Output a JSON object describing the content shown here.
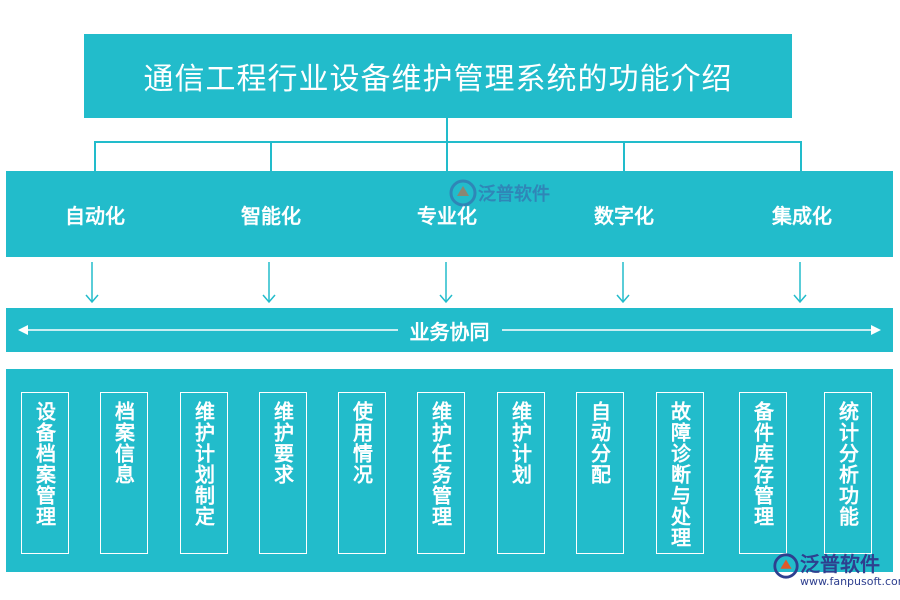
{
  "title": "通信工程行业设备维护管理系统的功能介绍",
  "categories": [
    {
      "label": "自动化"
    },
    {
      "label": "智能化"
    },
    {
      "label": "专业化"
    },
    {
      "label": "数字化"
    },
    {
      "label": "集成化"
    }
  ],
  "business_bar": {
    "label": "业务协同"
  },
  "functions": [
    {
      "label": "设备档案管理"
    },
    {
      "label": "档案信息"
    },
    {
      "label": "维护计划制定"
    },
    {
      "label": "维护要求"
    },
    {
      "label": "使用情况"
    },
    {
      "label": "维护任务管理"
    },
    {
      "label": "维护计划"
    },
    {
      "label": "自动分配"
    },
    {
      "label": "故障诊断与处理"
    },
    {
      "label": "备件库存管理"
    },
    {
      "label": "统计分析功能"
    }
  ],
  "watermark": {
    "center_name": "泛普软件",
    "corner_name": "泛普软件",
    "corner_url": "www.fanpusoft.com"
  },
  "colors": {
    "primary": "#22bccb",
    "watermark": "#2e3f8f"
  }
}
